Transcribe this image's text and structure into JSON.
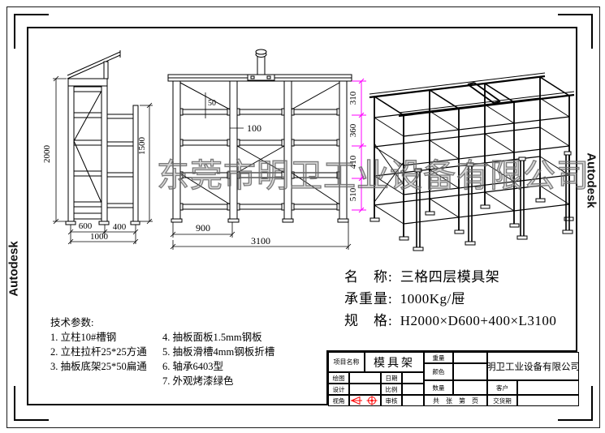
{
  "colors": {
    "line": "#000000",
    "magenta": "#ff00ff",
    "red": "#ff0000",
    "watermark": "#8a8a8a",
    "background": "#ffffff"
  },
  "stamp": {
    "left": "Autodesk",
    "right": "Autodesk"
  },
  "watermark": {
    "text": "东莞市明卫工业设备有限公司"
  },
  "side_view": {
    "dim_2000": "2000",
    "dim_1500": "1500",
    "dim_600": "600",
    "dim_400": "400",
    "dim_1000": "1000"
  },
  "front_view": {
    "dim_50": "50",
    "dim_100": "100",
    "dim_310": "310",
    "dim_360": "360",
    "dim_410": "410",
    "dim_510": "510",
    "dim_900": "900",
    "dim_3100": "3100"
  },
  "product": {
    "name_label": "名　称:",
    "name_value": "三格四层模具架",
    "capacity_label": "承重量:",
    "capacity_value": "1000Kg/屉",
    "spec_label": "规　格:",
    "spec_value": "H2000×D600+400×L3100"
  },
  "tech_params": {
    "title": "技术参数:",
    "col1": [
      "1. 立柱10#槽钢",
      "2. 立柱拉杆25*25方通",
      "3. 抽板底架25*50扁通"
    ],
    "col2": [
      "4. 抽板面板1.5mm钢板",
      "5. 抽板滑槽4mm钢板折槽",
      "6. 轴承6403型",
      "7. 外观烤漆绿色"
    ]
  },
  "title_block": {
    "project_label": "项目名称",
    "project_value": "模具架",
    "draw_label": "绘图",
    "date_label": "日期",
    "design_label": "设计",
    "scale_label": "比例",
    "view_label": "视角",
    "check_label": "审核",
    "weight_label": "重量",
    "color_label": "颜色",
    "qty_label": "数量",
    "pages_label": "共　张　第　页",
    "company": "明卫工业设备有限公司",
    "customer_label": "客户",
    "delivery_label": "交货期"
  }
}
